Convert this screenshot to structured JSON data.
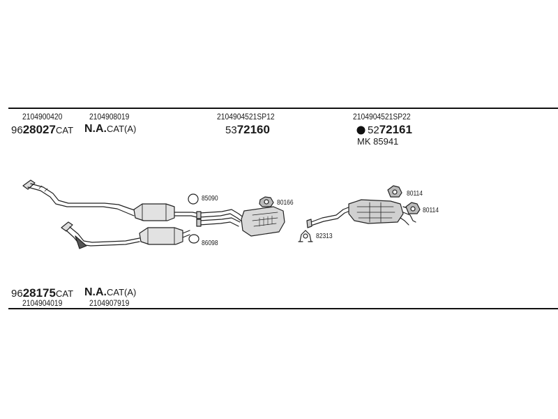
{
  "top": {
    "col1": {
      "code": "2104900420",
      "prefix": "96",
      "part": "28027",
      "suffix": "CAT"
    },
    "col2": {
      "code": "2104908019",
      "part": "N.A.",
      "suffix": "CAT(A)"
    },
    "col3": {
      "code": "2104904521SP12",
      "prefix": "53",
      "part": "72160"
    },
    "col4": {
      "code": "2104904521SP22",
      "prefix": "52",
      "part": "72161",
      "mk_label": "MK",
      "mk_value": "85941"
    }
  },
  "bottom": {
    "col1": {
      "code": "2104904019",
      "prefix": "96",
      "part": "28175",
      "suffix": "CAT"
    },
    "col2": {
      "code": "2104907919",
      "part": "N.A.",
      "suffix": "CAT(A)"
    }
  },
  "callouts": {
    "ring_upper": "85090",
    "ring_lower": "86098",
    "hanger_mid": "80166",
    "clamp": "82313",
    "hanger_rear_top": "80114",
    "hanger_rear_bottom": "80114"
  }
}
